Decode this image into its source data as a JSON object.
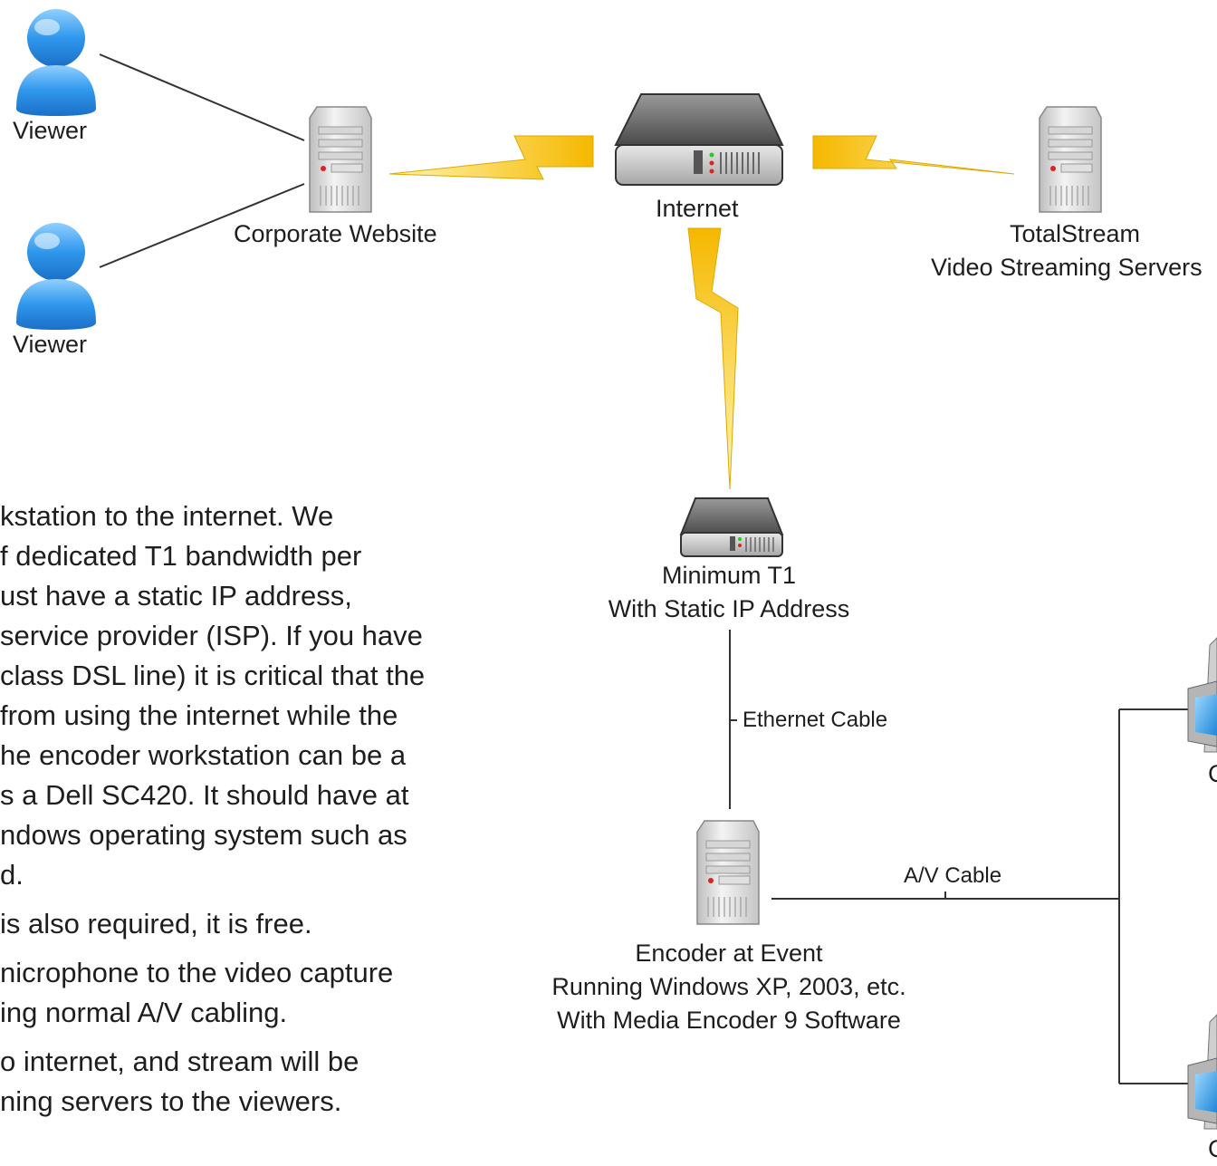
{
  "nodes": {
    "viewer_top": "Viewer",
    "viewer_bottom": "Viewer",
    "corporate_website": "Corporate Website",
    "internet": "Internet",
    "totalstream_line1": "TotalStream",
    "totalstream_line2": "Video Streaming Servers",
    "t1_line1": "Minimum T1",
    "t1_line2": "With Static IP Address",
    "encoder_line1": "Encoder at Event",
    "encoder_line2": "Running Windows XP, 2003, etc.",
    "encoder_line3": "With Media Encoder 9 Software",
    "camera_top_label": "C",
    "camera_bottom_label": "C"
  },
  "edges": {
    "ethernet_cable": "Ethernet Cable",
    "av_cable": "A/V Cable"
  },
  "instructions": {
    "lines": [
      "kstation to the internet. We",
      "f dedicated T1 bandwidth per",
      "ust have a static IP address,",
      " service provider (ISP). If you have",
      " class DSL line) it is critical that the",
      "from using the internet while the",
      "he encoder workstation can be a",
      "s a Dell SC420. It should have at",
      "ndows operating system such as",
      "d.",
      " is also required, it is free.",
      "nicrophone to the video capture",
      "ing normal A/V cabling.",
      "o internet, and stream will be",
      "ning servers to the viewers."
    ]
  },
  "colors": {
    "lightning_fill": "#f7c51f",
    "lightning_glow": "#fff3a8",
    "person_blue": "#2b8fe6",
    "server_gray": "#c9c9c9",
    "router_dark": "#555555"
  }
}
